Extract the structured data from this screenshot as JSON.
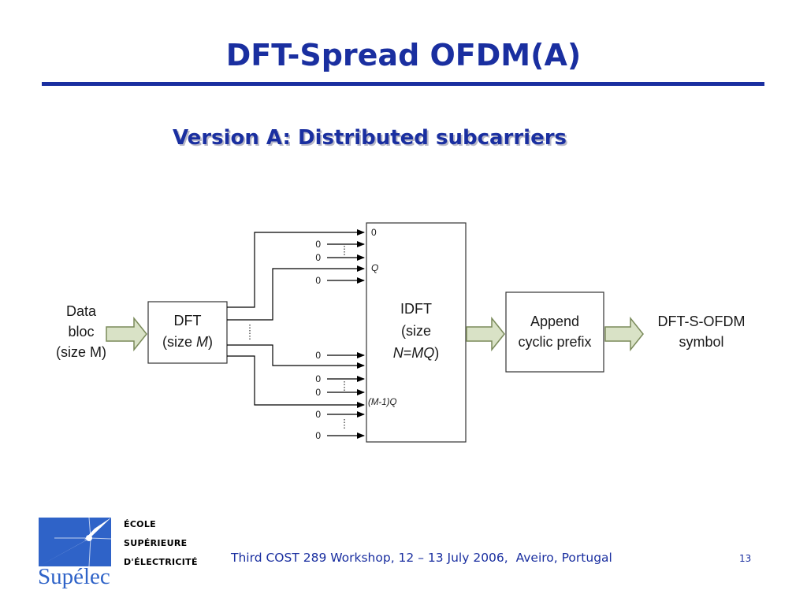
{
  "slide": {
    "title": "DFT-Spread OFDM(A)",
    "subtitle": "Version A: Distributed subcarriers"
  },
  "diagram": {
    "input_label": [
      "Data",
      "bloc",
      "(size M)"
    ],
    "dft_block": {
      "line1": "DFT",
      "line2_prefix": "(size ",
      "line2_var": "M",
      "line2_suffix": ")"
    },
    "idft_block": {
      "line1": "IDFT",
      "line2": "(size",
      "line3_var": "N",
      "line3_rest": "=",
      "line3_var2": "MQ",
      "line3_suffix": ")"
    },
    "cp_block": {
      "line1": "Append",
      "line2": "cyclic prefix"
    },
    "output_label": [
      "DFT-S-OFDM",
      "symbol"
    ],
    "input_zero": "0",
    "port_labels": {
      "first": "0",
      "q": "Q",
      "last": "(M-1)Q"
    }
  },
  "footer": {
    "school_lines": [
      "ÉCOLE",
      "SUPÉRIEURE",
      "D'ÉLECTRICITÉ"
    ],
    "logo_text": "Supélec",
    "event": "Third COST 289 Workshop, 12 – 13 July 2006,  Aveiro, Portugal",
    "page_number": "13"
  },
  "colors": {
    "title": "#1a2fa0",
    "logo_blue": "#2f63c8",
    "block_arrow_fill": "#d9e2c6",
    "block_arrow_stroke": "#7a8a5a"
  }
}
